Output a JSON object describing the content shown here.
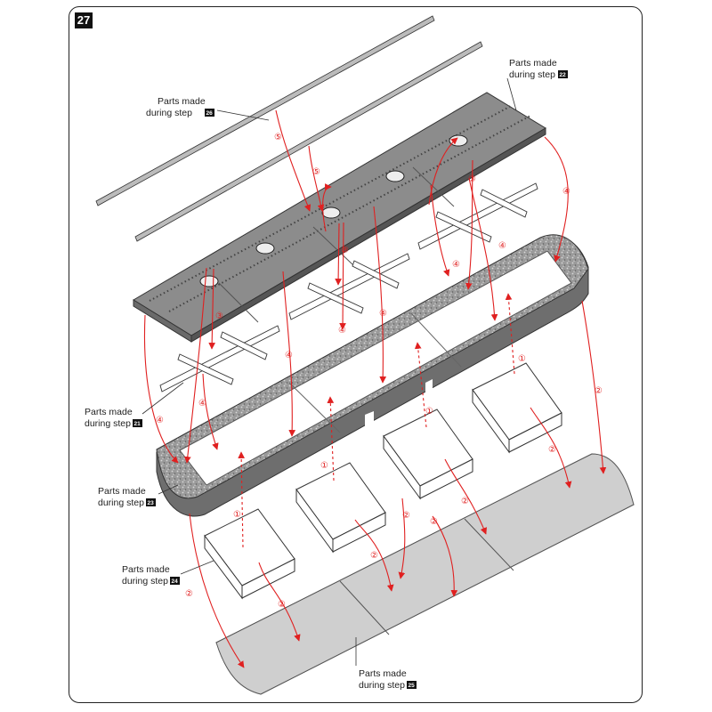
{
  "step_number": "27",
  "callouts": {
    "rails": {
      "text": "Parts made",
      "text2": "during step",
      "step": "26"
    },
    "deck": {
      "text": "Parts made",
      "text2": "during step",
      "step": "22"
    },
    "crossbraces": {
      "text": "Parts made",
      "text2": "during step",
      "step": "21"
    },
    "frame": {
      "text": "Parts made",
      "text2": "during step",
      "step": "23"
    },
    "blocks": {
      "text": "Parts made",
      "text2": "during step",
      "step": "24"
    },
    "base": {
      "text": "Parts made",
      "text2": "during step",
      "step": "25"
    }
  },
  "order_marks": [
    "①",
    "①",
    "①",
    "①",
    "②",
    "②",
    "②",
    "②",
    "②",
    "②",
    "②",
    "②",
    "②",
    "③",
    "③",
    "③",
    "③",
    "④",
    "④",
    "④",
    "④",
    "④",
    "④",
    "④",
    "④",
    "④",
    "⑤",
    "⑤"
  ],
  "colors": {
    "arrow": "#e02020",
    "deck": "#8c8c8c",
    "frame_dark": "#6e6e6e",
    "base": "#cfcfcf"
  }
}
